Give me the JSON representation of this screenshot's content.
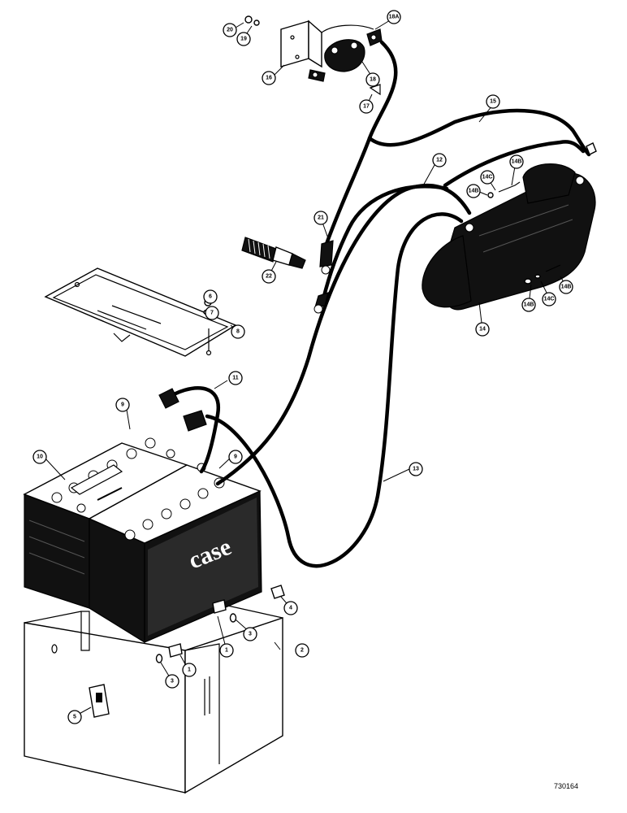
{
  "figure_number": "730164",
  "brand_mark": "case",
  "callouts": [
    {
      "id": "c1a",
      "label": "1"
    },
    {
      "id": "c1b",
      "label": "1"
    },
    {
      "id": "c2",
      "label": "2"
    },
    {
      "id": "c3a",
      "label": "3"
    },
    {
      "id": "c3b",
      "label": "3"
    },
    {
      "id": "c4",
      "label": "4"
    },
    {
      "id": "c5",
      "label": "5"
    },
    {
      "id": "c6",
      "label": "6"
    },
    {
      "id": "c7",
      "label": "7"
    },
    {
      "id": "c8",
      "label": "8"
    },
    {
      "id": "c9a",
      "label": "9"
    },
    {
      "id": "c9b",
      "label": "9"
    },
    {
      "id": "c10",
      "label": "10"
    },
    {
      "id": "c11",
      "label": "11"
    },
    {
      "id": "c12",
      "label": "12"
    },
    {
      "id": "c13",
      "label": "13"
    },
    {
      "id": "c14",
      "label": "14"
    },
    {
      "id": "c14b1",
      "label": "14B"
    },
    {
      "id": "c14b2",
      "label": "14B"
    },
    {
      "id": "c14b3",
      "label": "14B"
    },
    {
      "id": "c14b4",
      "label": "14B"
    },
    {
      "id": "c14c1",
      "label": "14C"
    },
    {
      "id": "c14c2",
      "label": "14C"
    },
    {
      "id": "c15",
      "label": "15"
    },
    {
      "id": "c16",
      "label": "16"
    },
    {
      "id": "c17",
      "label": "17"
    },
    {
      "id": "c18",
      "label": "18"
    },
    {
      "id": "c18a",
      "label": "18A"
    },
    {
      "id": "c19",
      "label": "19"
    },
    {
      "id": "c20",
      "label": "20"
    },
    {
      "id": "c21",
      "label": "21"
    },
    {
      "id": "c22",
      "label": "22"
    }
  ]
}
